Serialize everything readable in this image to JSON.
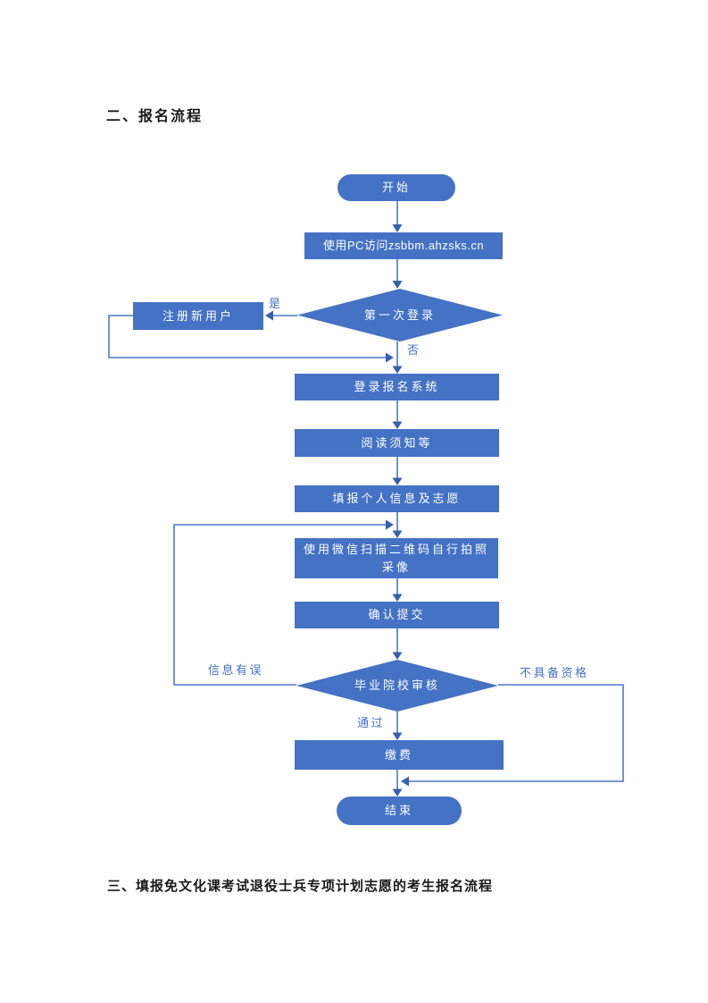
{
  "page": {
    "section2_title": "二、报名流程",
    "section3_title": "三、填报免文化课考试退役士兵专项计划志愿的考生报名流程"
  },
  "flowchart": {
    "nodes": {
      "start": "开始",
      "visit_pc": "使用PC访问zsbbm.ahzsks.cn",
      "first_login": "第一次登录",
      "register_new_user": "注册新用户",
      "login_system": "登录报名系统",
      "read_notice": "阅读须知等",
      "fill_info": "填报个人信息及志愿",
      "wechat_photo": "使用微信扫描二维码自行拍照采像",
      "confirm_submit": "确认提交",
      "school_review": "毕业院校审核",
      "pay_fee": "缴费",
      "end": "结束"
    },
    "edge_labels": {
      "yes": "是",
      "no": "否",
      "info_error": "信息有误",
      "pass": "通过",
      "not_qualified": "不具备资格"
    },
    "colors": {
      "node_fill": "#4472C4",
      "node_text": "#FFFFFF",
      "line": "#4B79C9",
      "arrowhead": "#3560AE",
      "edge_label_text": "#4472C4"
    }
  }
}
